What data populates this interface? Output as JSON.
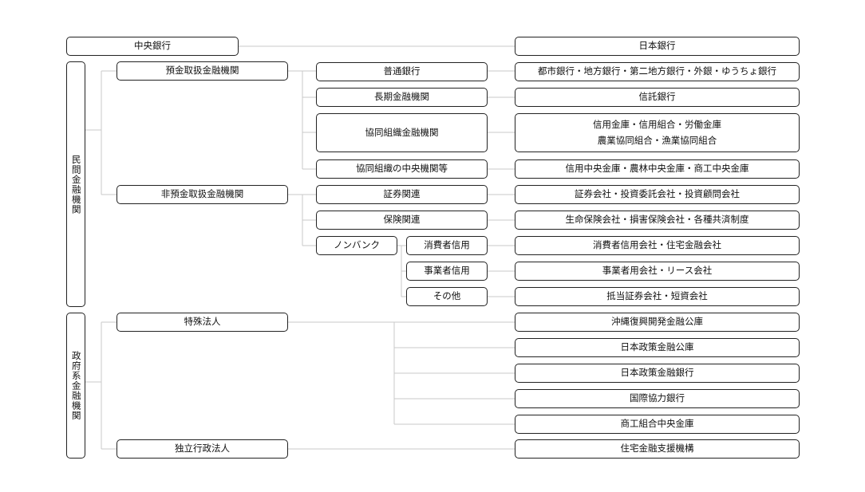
{
  "central_bank": {
    "label": "中央銀行",
    "target": "日本銀行"
  },
  "private": {
    "label": "民間金融機関",
    "deposit": {
      "label": "預金取扱金融機関",
      "ordinary": {
        "label": "普通銀行",
        "target": "都市銀行・地方銀行・第二地方銀行・外銀・ゆうちょ銀行"
      },
      "long_term": {
        "label": "長期金融機関",
        "target": "信託銀行"
      },
      "cooperative": {
        "label": "協同組織金融機関",
        "target_line1": "信用金庫・信用組合・労働金庫",
        "target_line2": "農業協同組合・漁業協同組合"
      },
      "coop_central": {
        "label": "協同組織の中央機関等",
        "target": "信用中央金庫・農林中央金庫・商工中央金庫"
      }
    },
    "non_deposit": {
      "label": "非預金取扱金融機関",
      "securities": {
        "label": "証券関連",
        "target": "証券会社・投資委託会社・投資顧問会社"
      },
      "insurance": {
        "label": "保険関連",
        "target": "生命保険会社・損害保険会社・各種共済制度"
      },
      "nonbank": {
        "label": "ノンバンク",
        "consumer": {
          "label": "消費者信用",
          "target": "消費者信用会社・住宅金融会社"
        },
        "business": {
          "label": "事業者信用",
          "target": "事業者用会社・リース会社"
        },
        "other": {
          "label": "その他",
          "target": "抵当証券会社・短資会社"
        }
      }
    }
  },
  "government": {
    "label": "政府系金融機関",
    "special": {
      "label": "特殊法人",
      "targets": [
        "沖縄復興開発金融公庫",
        "日本政策金融公庫",
        "日本政策金融銀行",
        "国際協力銀行",
        "商工組合中央金庫"
      ]
    },
    "independent": {
      "label": "独立行政法人",
      "target": "住宅金融支援機構"
    }
  }
}
